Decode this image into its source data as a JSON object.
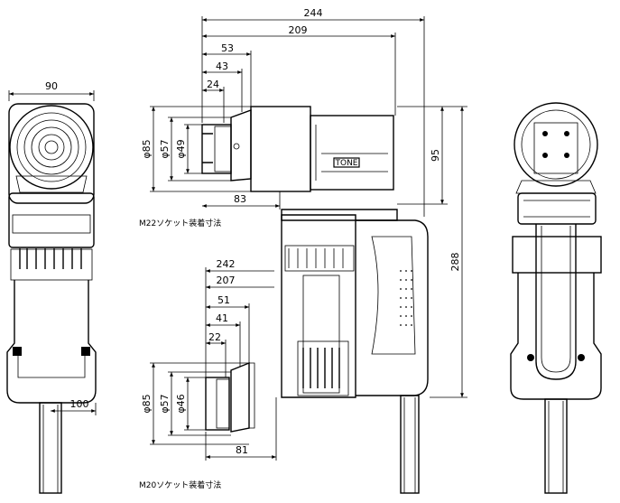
{
  "overall": {
    "width_left_view": "90",
    "length_total": "244",
    "length_body": "209",
    "height_head": "95",
    "height_total": "288",
    "cord_offset": "100",
    "brand_plate": "TONE"
  },
  "m22": {
    "caption": "M22ソケット装着寸法",
    "d_outer": "φ85",
    "d_mid": "φ57",
    "d_inner": "φ49",
    "len_a": "53",
    "len_b": "43",
    "len_c": "24",
    "len_bottom": "83"
  },
  "m20": {
    "caption": "M20ソケット装着寸法",
    "d_outer": "φ85",
    "d_mid": "φ57",
    "d_inner": "φ46",
    "len_total": "242",
    "len_body": "207",
    "len_a": "51",
    "len_b": "41",
    "len_c": "22",
    "len_bottom": "81"
  }
}
